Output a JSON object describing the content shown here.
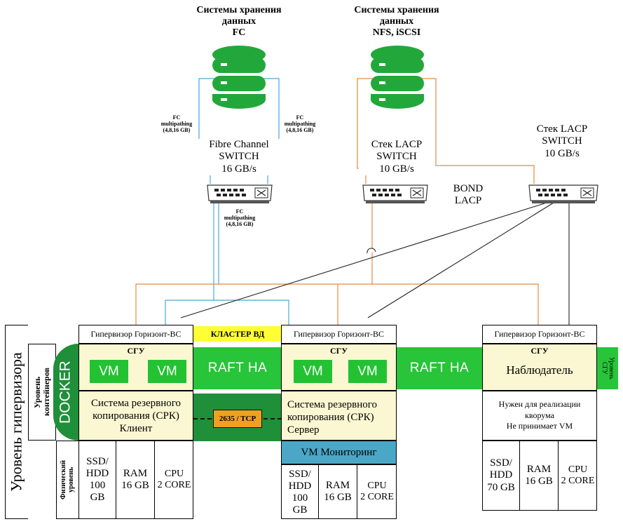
{
  "storage": {
    "fc": {
      "title": "Системы хранения\nданных\nFC"
    },
    "nfs": {
      "title": "Системы хранения\nданных\nNFS, iSCSI"
    }
  },
  "links": {
    "fc_left": "FC\nmultipathing\n(4,8,16 GB)",
    "fc_right": "FC\nmultipathing\n(4,8,16 GB)",
    "fc_bottom": "FC\nmultipathing\n(4,8,16 GB)",
    "bond": "BOND\nLACP"
  },
  "switches": {
    "fc": "Fibre Channel\nSWITCH\n16 GB/s",
    "lacp1": "Стек LACP\nSWITCH\n10 GB/s",
    "lacp2": "Стек LACP\nSWITCH\n10 GB/s"
  },
  "levels": {
    "hypervisor": "Уровень гипервизора",
    "containers": "Уровень\nконтейнеров",
    "docker": "DOCKER",
    "physical": "Физический\nуровень",
    "sgu_side": "Уровень\nСГУ"
  },
  "cluster_label": "КЛАСТЕР ВД",
  "raft1": "RAFT HA",
  "raft2": "RAFT HA",
  "tcp_label": "2635 / TCP",
  "nodes": {
    "node1": {
      "header": "Гипервизор Горизонт-ВС",
      "sgu": "СГУ",
      "vm1": "VM",
      "vm2": "VM",
      "srk": "Система резервного\nкопирования (СРК)\nКлиент",
      "ssd": "SSD/\nHDD\n100\nGB",
      "ram": "RAM\n16 GB",
      "cpu": "CPU\n2 CORE"
    },
    "node2": {
      "header": "Гипервизор Горизонт-ВС",
      "sgu": "СГУ",
      "vm1": "VM",
      "vm2": "VM",
      "srk": "Система резервного\nкопирования (СРК)\nСервер",
      "monitor": "VM Мониторинг",
      "ssd": "SSD/\nHDD\n100\nGB",
      "ram": "RAM\n16 GB",
      "cpu": "CPU\n2 CORE"
    },
    "node3": {
      "header": "Гипервизор Горизонт-ВС",
      "sgu": "СГУ",
      "observer": "Наблюдатель",
      "note": "Нужен для реализации\nкворума\nНе принимает VM",
      "ssd": "SSD/\nHDD\n70 GB",
      "ram": "RAM\n16 GB",
      "cpu": "CPU\n2 CORE"
    }
  },
  "colors": {
    "fc_line": "#4aa8d8",
    "lacp_line": "#e88a3a",
    "green": "#28c43a",
    "dark_green": "#1f8f3a",
    "cream": "#fbf7d2",
    "yellow": "#ffff33",
    "teal": "#4aa7c6",
    "tcp_box": "#f0a020"
  },
  "icons": [
    "database-icon",
    "network-switch-icon"
  ]
}
